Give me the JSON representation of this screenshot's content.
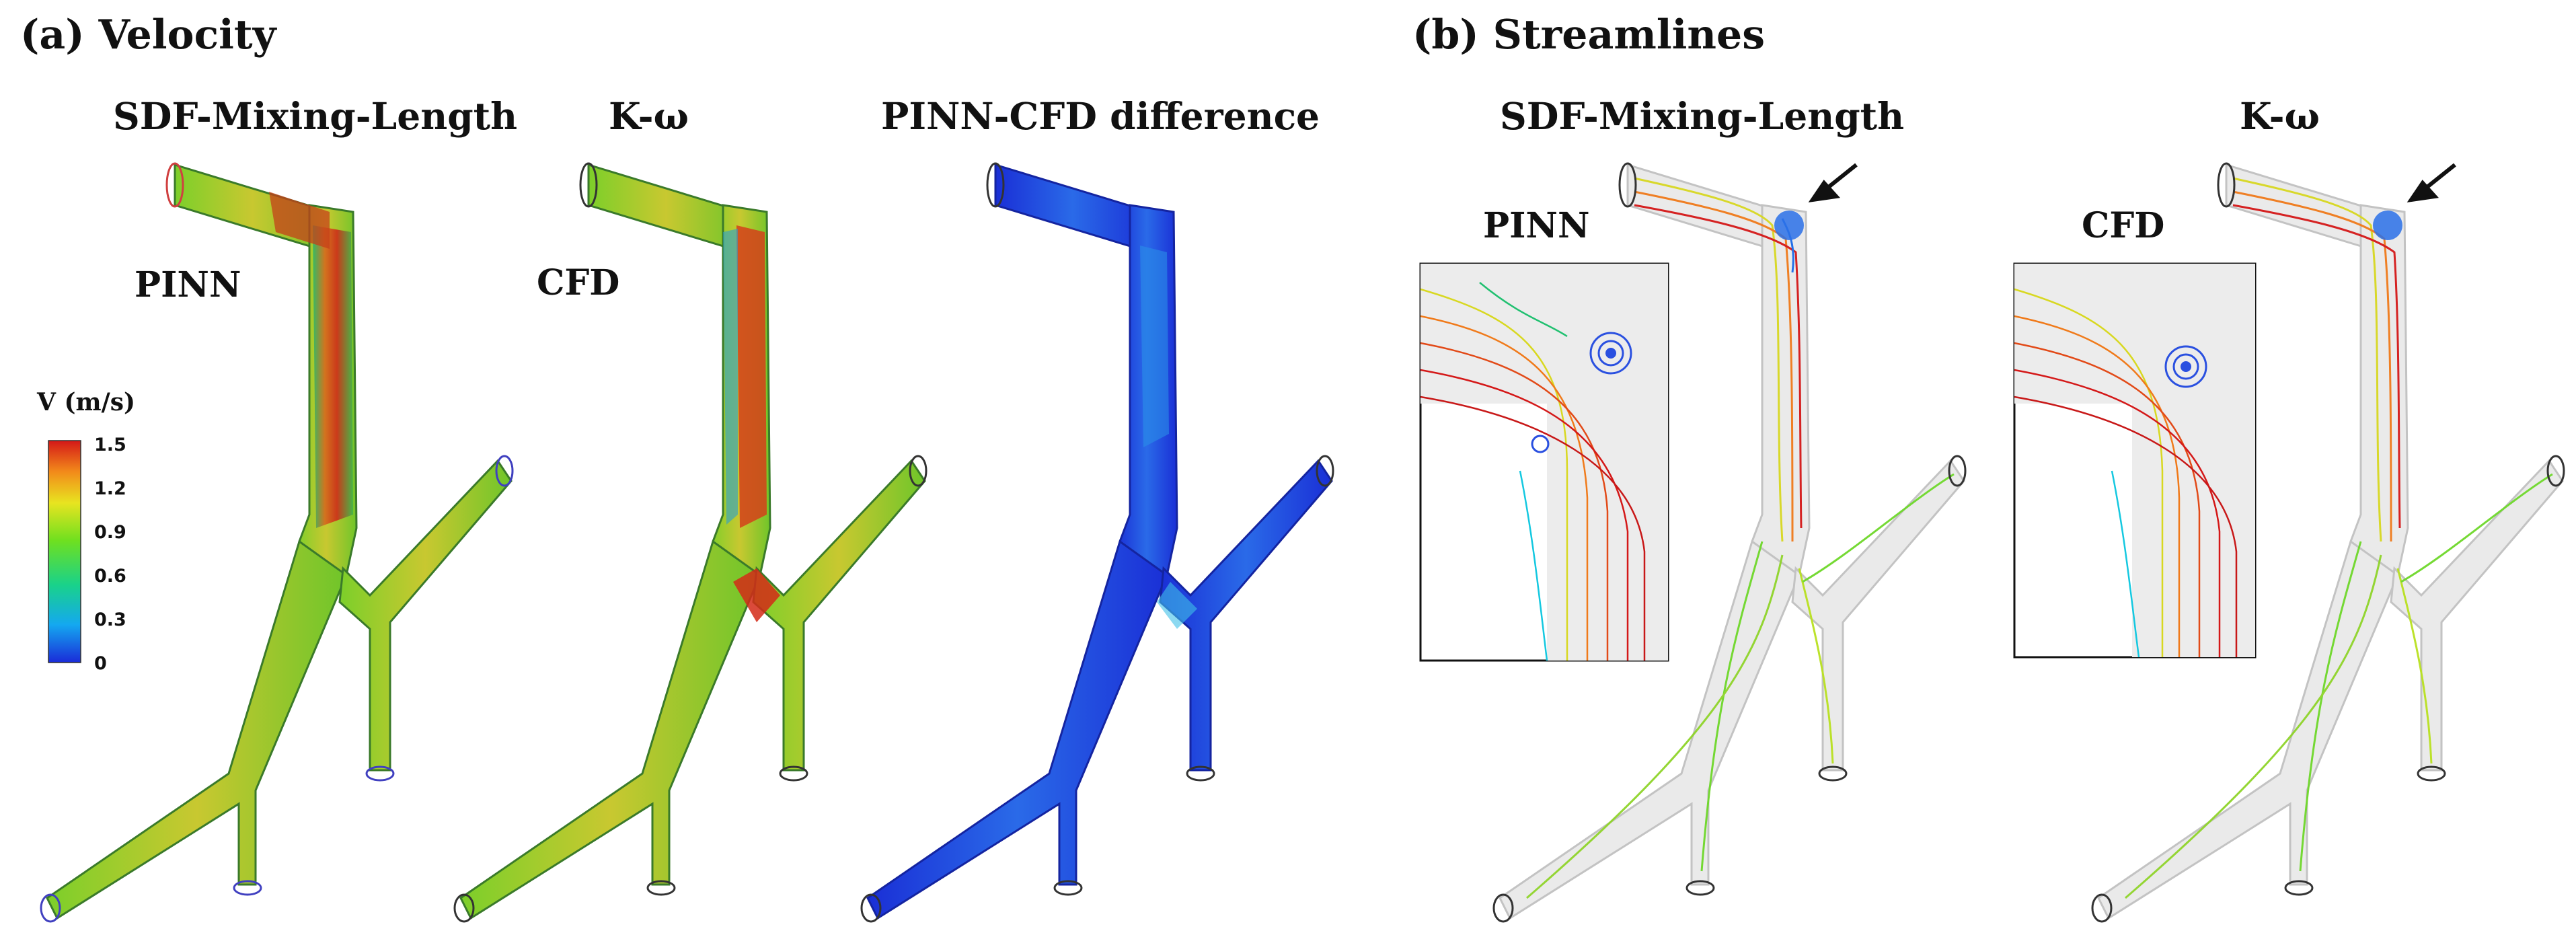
{
  "panel_a": {
    "title": "(a) Velocity",
    "columns": [
      "SDF-Mixing-Length",
      "K-ω",
      "PINN-CFD difference"
    ],
    "side_labels": [
      "PINN",
      "CFD"
    ]
  },
  "panel_b": {
    "title": "(b) Streamlines",
    "columns": [
      "SDF-Mixing-Length",
      "K-ω"
    ],
    "inset_labels": [
      "PINN",
      "CFD"
    ]
  },
  "colorbar": {
    "title": "V (m/s)",
    "ticks": [
      "1.5",
      "1.2",
      "0.9",
      "0.6",
      "0.3",
      "0"
    ],
    "colors": [
      "#d7191c",
      "#f07a1a",
      "#f6e020",
      "#7fdc1f",
      "#19c85a",
      "#14c8e0",
      "#1a3ee8"
    ]
  }
}
